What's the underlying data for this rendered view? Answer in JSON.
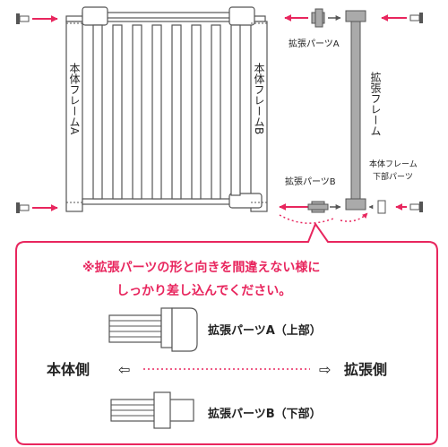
{
  "labels": {
    "frame_a": "本体フレームA",
    "frame_b": "本体フレームB",
    "part_a_top": "拡張パーツA",
    "part_b_top": "拡張パーツB",
    "ext_frame": "拡張フレーム",
    "bottom_part_line1": "本体フレーム",
    "bottom_part_line2": "下部パーツ"
  },
  "notice": {
    "line1": "※拡張パーツの形と向きを間違えない様に",
    "line2": "しっかり差し込んでください。"
  },
  "legend": {
    "part_a": "拡張パーツA（上部）",
    "part_b": "拡張パーツB（下部）",
    "body_side": "本体側",
    "ext_side": "拡張側",
    "arrow_left": "⇦",
    "arrow_right": "⇨"
  },
  "colors": {
    "accent": "#e8265e",
    "outline": "#555555",
    "fill_gray": "#aaaaaa"
  }
}
